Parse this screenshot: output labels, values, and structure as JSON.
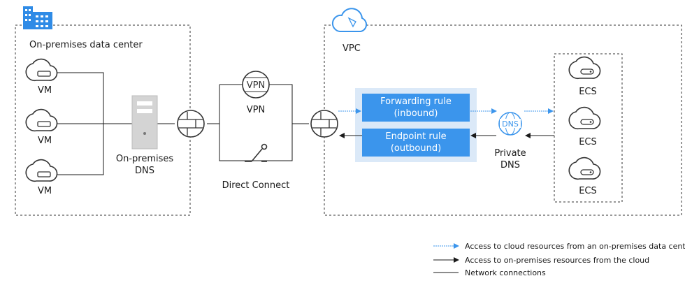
{
  "colors": {
    "accent": "#3b95ec",
    "light_box": "#dbe9f8",
    "line": "#1a1a1a"
  },
  "onprem": {
    "title": "On-premises data center",
    "vm_label": "VM",
    "dns_label_line1": "On-premises",
    "dns_label_line2": "DNS"
  },
  "middle": {
    "vpn_icon_text": "VPN",
    "vpn_label": "VPN",
    "dc_label": "Direct Connect"
  },
  "vpc": {
    "title": "VPC",
    "forwarding_rule_line1": "Forwarding rule",
    "forwarding_rule_line2": "(inbound)",
    "endpoint_rule_line1": "Endpoint rule",
    "endpoint_rule_line2": "(outbound)",
    "dns_icon_text": "DNS",
    "private_dns_line1": "Private",
    "private_dns_line2": "DNS",
    "ecs_label": "ECS"
  },
  "legend": {
    "item1": "Access to cloud resources from an on-premises data center",
    "item2": "Access to on-premises resources from the cloud",
    "item3": "Network connections"
  }
}
